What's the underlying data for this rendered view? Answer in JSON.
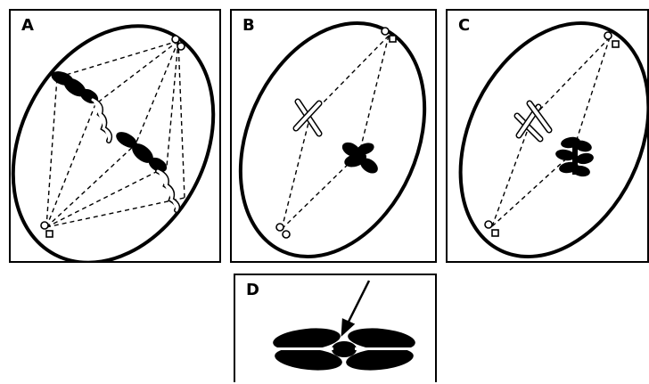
{
  "panels": {
    "a": {
      "label": "A"
    },
    "b": {
      "label": "B"
    },
    "c": {
      "label": "C"
    },
    "d": {
      "label": "D"
    }
  }
}
